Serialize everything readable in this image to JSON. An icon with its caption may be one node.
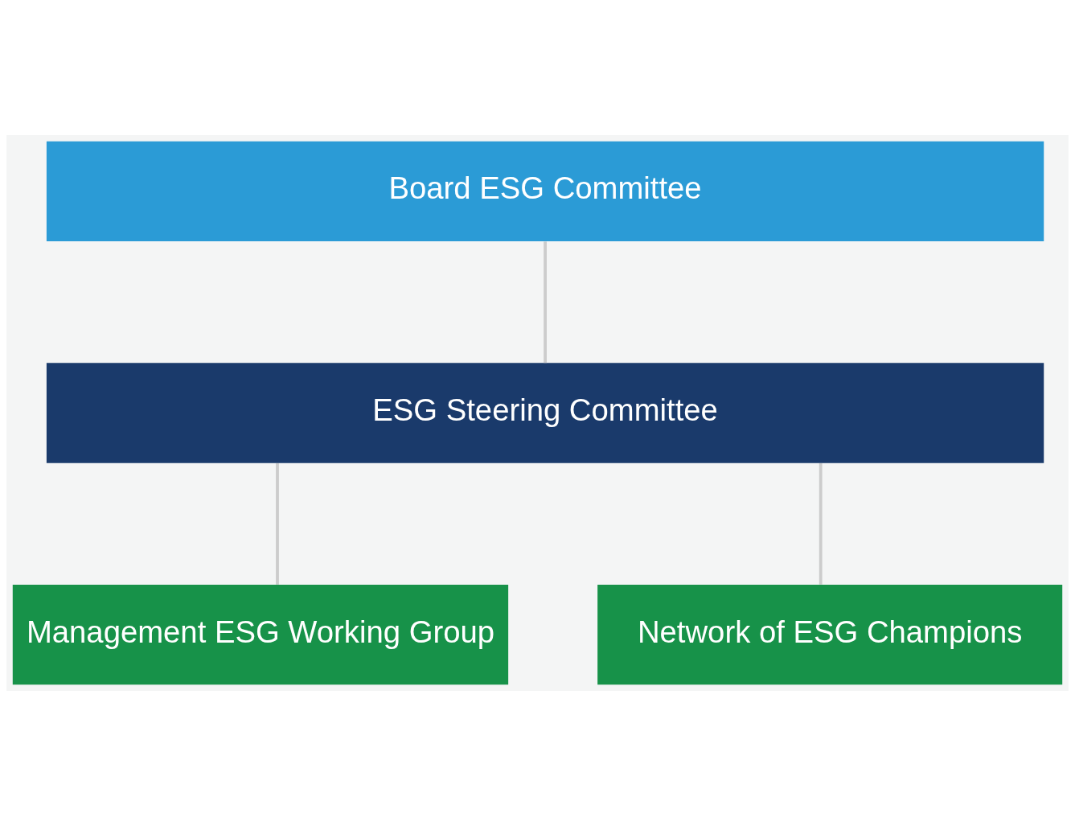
{
  "diagram": {
    "nodes": [
      {
        "text": [
          "Board ESG Committee"
        ]
      },
      {
        "text": [
          "ESG Steering Committee"
        ]
      },
      {
        "text": [
          "Management ESG Working Group"
        ]
      },
      {
        "text": [
          "Network of ESG Champions"
        ]
      }
    ],
    "edges": [
      {
        "from": 0,
        "to": 1,
        "arrow": "none"
      },
      {
        "from": 1,
        "to": 2,
        "arrow": "none"
      },
      {
        "from": 1,
        "to": 3,
        "arrow": "none"
      }
    ]
  }
}
